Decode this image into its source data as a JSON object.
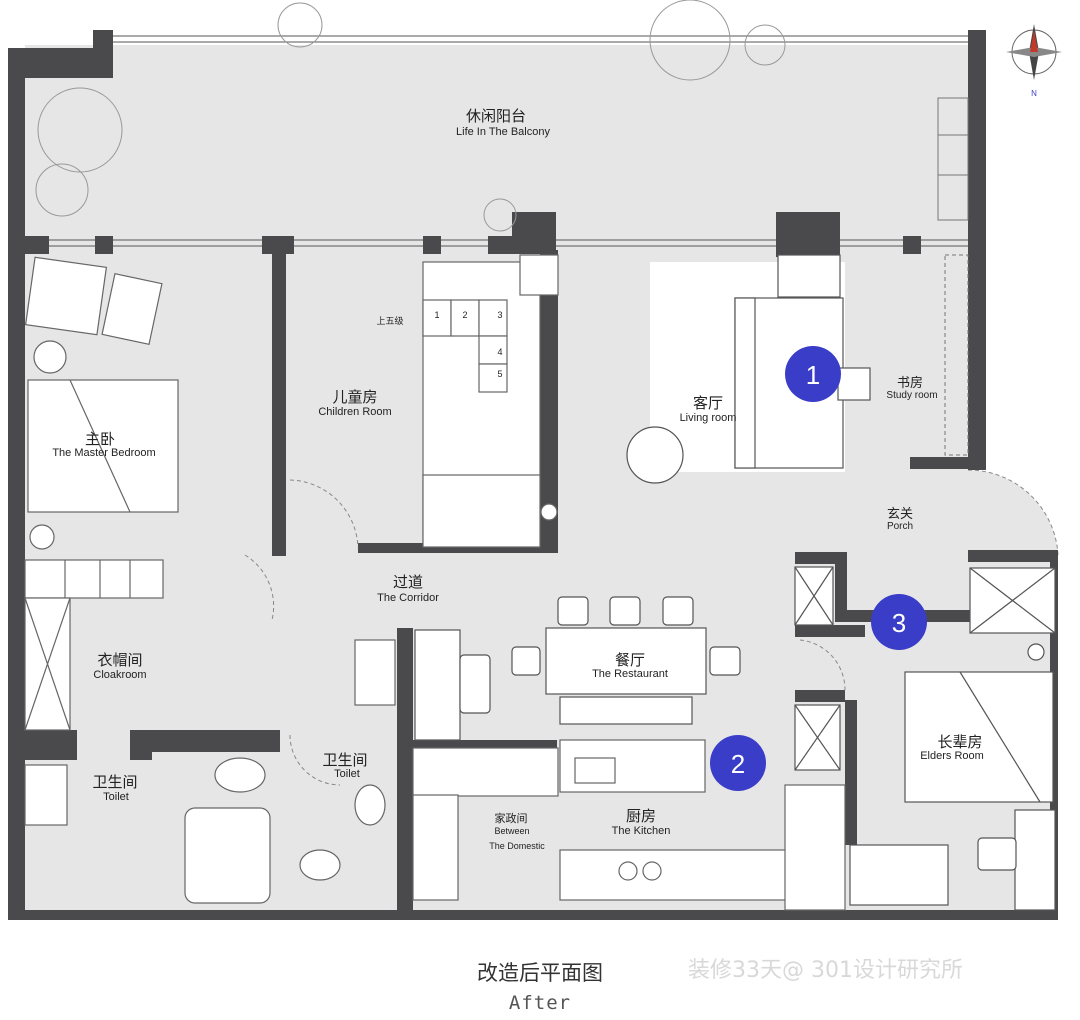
{
  "plan": {
    "rooms": {
      "balcony": {
        "cn": "休闲阳台",
        "en": "Life In The Balcony"
      },
      "master": {
        "cn": "主卧",
        "en": "The Master Bedroom"
      },
      "children": {
        "cn": "儿童房",
        "en": "Children Room"
      },
      "living": {
        "cn": "客厅",
        "en": "Living room"
      },
      "study": {
        "cn": "书房",
        "en": "Study room"
      },
      "porch": {
        "cn": "玄关",
        "en": "Porch"
      },
      "corridor": {
        "cn": "过道",
        "en": "The Corridor"
      },
      "restaurant": {
        "cn": "餐厅",
        "en": "The Restaurant"
      },
      "cloakroom": {
        "cn": "衣帽间",
        "en": "Cloakroom"
      },
      "elders": {
        "cn": "长辈房",
        "en": "Elders Room"
      },
      "toilet1": {
        "cn": "卫生间",
        "en": "Toilet"
      },
      "toilet2": {
        "cn": "卫生间",
        "en": "Toilet"
      },
      "domestic": {
        "cn": "家政间",
        "en1": "Between",
        "en2": "The Domestic"
      },
      "kitchen": {
        "cn": "厨房",
        "en": "The Kitchen"
      }
    },
    "stairs": {
      "label": "上五级",
      "steps": [
        "1",
        "2",
        "3",
        "4",
        "5"
      ]
    },
    "markers": [
      "1",
      "2",
      "3"
    ],
    "compass": {
      "north": "N"
    }
  },
  "caption": {
    "cn": "改造后平面图",
    "en": "After"
  },
  "watermark": "装修33天@ 301设计研究所",
  "colors": {
    "wall": "#4a4a4d",
    "floor": "#e6e6e6",
    "marker": "#3a3dc8",
    "line": "#666666"
  }
}
